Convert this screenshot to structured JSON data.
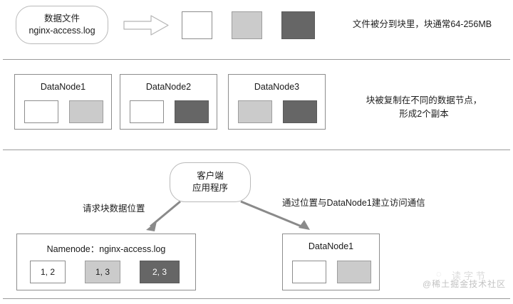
{
  "diagram": {
    "title": "HDFS file block distribution and client read flow",
    "colors": {
      "block_white": "#ffffff",
      "block_light": "#cbcbcb",
      "block_dark": "#666666",
      "border": "#8d8d8d",
      "divider": "#9a9a9a",
      "arrow_gray": "#8a8a8a",
      "text": "#1a1a1a"
    }
  },
  "row1": {
    "file_node": {
      "line1": "数据文件",
      "line2": "nginx-access.log"
    },
    "arrow_icon": "hollow-right-arrow",
    "blocks": [
      {
        "label": "",
        "shade": "white"
      },
      {
        "label": "",
        "shade": "light"
      },
      {
        "label": "",
        "shade": "dark"
      }
    ],
    "caption": {
      "line1": "文件被分到块里，块通常64-256MB"
    }
  },
  "row2": {
    "datanodes": [
      {
        "name": "DataNode1",
        "blocks": [
          {
            "label": "",
            "shade": "white"
          },
          {
            "label": "",
            "shade": "light"
          }
        ]
      },
      {
        "name": "DataNode2",
        "blocks": [
          {
            "label": "",
            "shade": "white"
          },
          {
            "label": "",
            "shade": "dark"
          }
        ]
      },
      {
        "name": "DataNode3",
        "blocks": [
          {
            "label": "",
            "shade": "light"
          },
          {
            "label": "",
            "shade": "dark"
          }
        ]
      }
    ],
    "caption": {
      "line1": "块被复制在不同的数据节点，",
      "line2": "形成2个副本"
    }
  },
  "row3": {
    "client_node": {
      "line1": "客户端",
      "line2": "应用程序"
    },
    "left_arrow_label": "请求块数据位置",
    "right_arrow_label": "通过位置与DataNode1建立访问通信",
    "namenode": {
      "title": "Namenode：nginx-access.log",
      "blocks": [
        {
          "label": "1, 2",
          "shade": "white"
        },
        {
          "label": "1, 3",
          "shade": "light"
        },
        {
          "label": "2, 3",
          "shade": "dark"
        }
      ]
    },
    "datanode": {
      "name": "DataNode1",
      "blocks": [
        {
          "label": "",
          "shade": "white"
        },
        {
          "label": "",
          "shade": "light"
        }
      ]
    }
  },
  "watermarks": {
    "primary": "@稀土掘金技术社区",
    "secondary": "读字节"
  }
}
